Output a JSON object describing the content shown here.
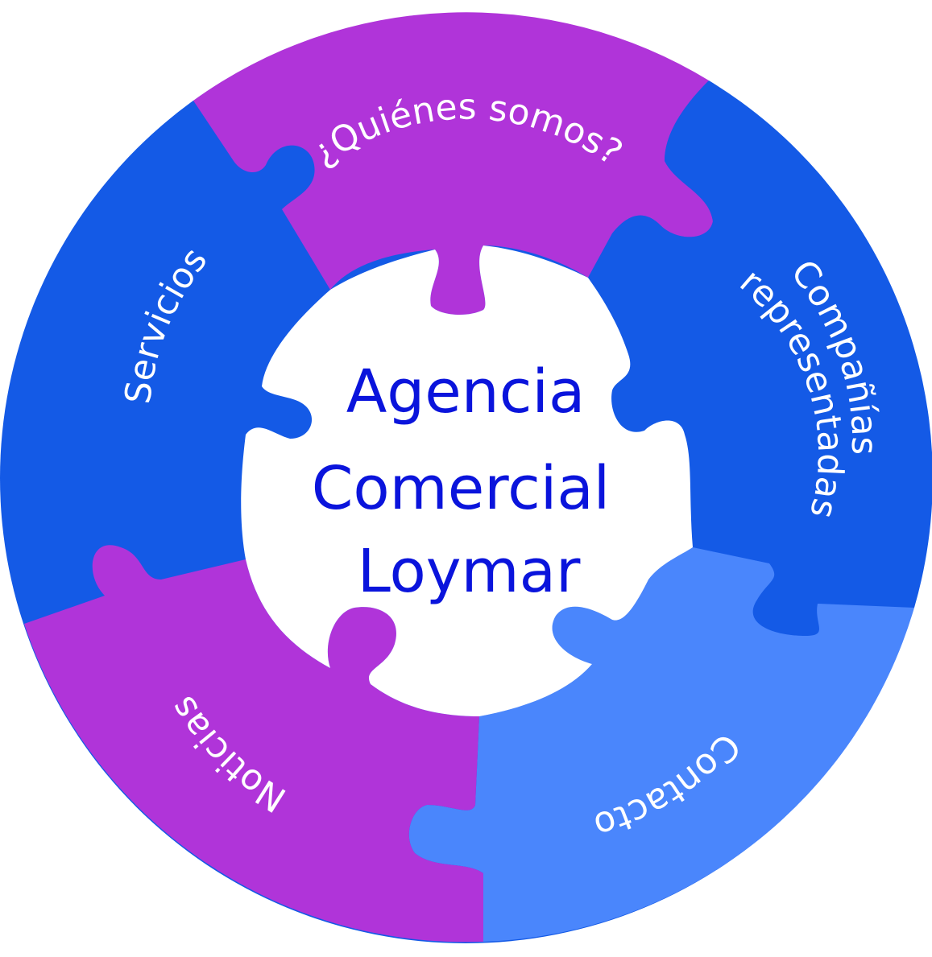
{
  "colors": {
    "purple": "#B034D9",
    "blue": "#145AE6",
    "light_blue": "#4A86FC",
    "center_bg": "#FFFFFF",
    "center_text": "#0A14DC",
    "segment_text": "#FFFFFF"
  },
  "center": {
    "line1": "Agencia",
    "line2": "Comercial",
    "line3": "Loymar"
  },
  "segments": {
    "quienes_somos": {
      "label": "¿Quiénes somos?"
    },
    "companias": {
      "label_line1": "Compañías",
      "label_line2": "representadas"
    },
    "contacto": {
      "label": "Contacto"
    },
    "noticias": {
      "label": "Noticias"
    },
    "servicios": {
      "label": "Servicios"
    }
  }
}
